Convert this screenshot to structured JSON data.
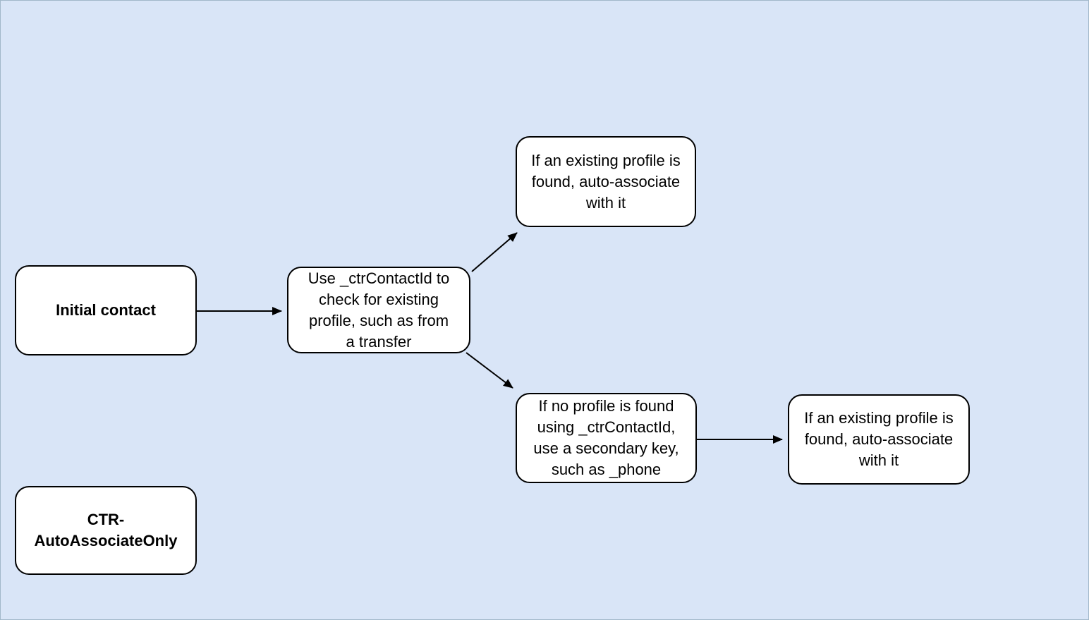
{
  "diagram": {
    "type": "flowchart",
    "nodes": [
      {
        "id": "initial-contact",
        "bold": true,
        "lines": [
          "Initial contact"
        ]
      },
      {
        "id": "check-existing-profile",
        "bold": false,
        "lines": [
          "Use _ctrContactId to",
          "check for existing",
          "profile, such as from",
          "a transfer"
        ]
      },
      {
        "id": "auto-associate-top",
        "bold": false,
        "lines": [
          "If an existing profile is",
          "found, auto-associate",
          "with it"
        ]
      },
      {
        "id": "secondary-key-lookup",
        "bold": false,
        "lines": [
          "If no profile is found",
          "using _ctrContactId,",
          "use a secondary key,",
          "such as _phone"
        ]
      },
      {
        "id": "auto-associate-right",
        "bold": false,
        "lines": [
          "If an existing profile is",
          "found, auto-associate",
          "with it"
        ]
      },
      {
        "id": "flow-name",
        "bold": true,
        "lines": [
          "CTR-",
          "AutoAssociateOnly"
        ]
      }
    ],
    "edges": [
      {
        "from": "initial-contact",
        "to": "check-existing-profile"
      },
      {
        "from": "check-existing-profile",
        "to": "auto-associate-top"
      },
      {
        "from": "check-existing-profile",
        "to": "secondary-key-lookup"
      },
      {
        "from": "secondary-key-lookup",
        "to": "auto-associate-right"
      }
    ]
  },
  "colors": {
    "canvas-bg": "#d9e5f7",
    "canvas-border": "#a2b8ca",
    "node-fill": "#ffffff",
    "node-border": "#000000",
    "arrow": "#000000",
    "text": "#000000"
  }
}
